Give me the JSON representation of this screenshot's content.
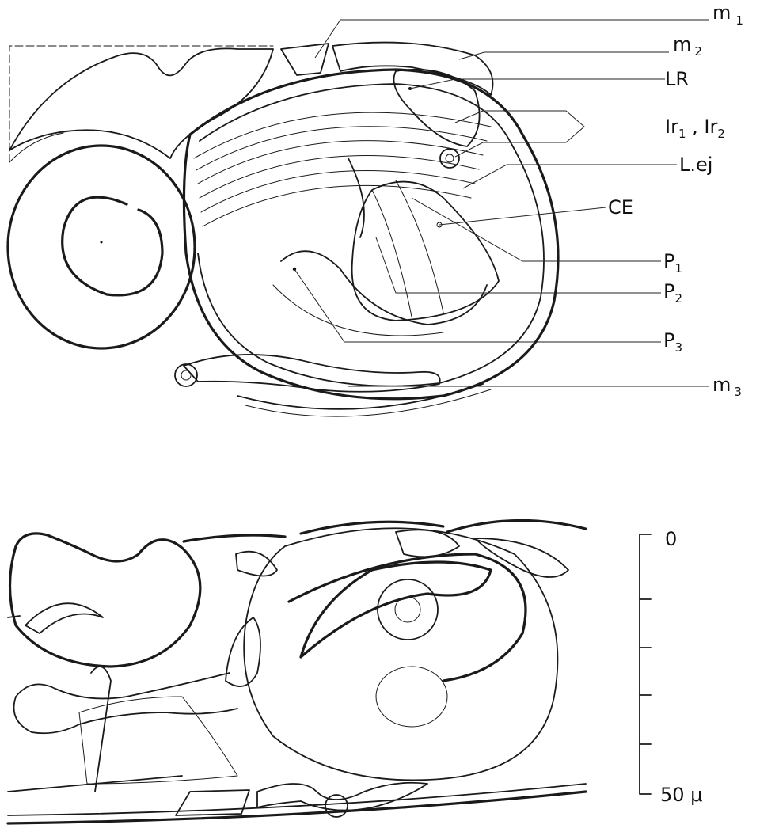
{
  "labels": {
    "m1": {
      "base": "m",
      "sub": "1"
    },
    "m2": {
      "base": "m",
      "sub": "2"
    },
    "LR": "LR",
    "Ir": {
      "a": "Ir",
      "a_sub": "1",
      "sep": " , ",
      "b": "Ir",
      "b_sub": "2"
    },
    "Lej": "L.ej",
    "CE": "CE",
    "P1": {
      "base": "P",
      "sub": "1"
    },
    "P2": {
      "base": "P",
      "sub": "2"
    },
    "P3": {
      "base": "P",
      "sub": "3"
    },
    "m3": {
      "base": "m",
      "sub": "3"
    }
  },
  "scale": {
    "top": "0",
    "bottom": "50 μ"
  }
}
